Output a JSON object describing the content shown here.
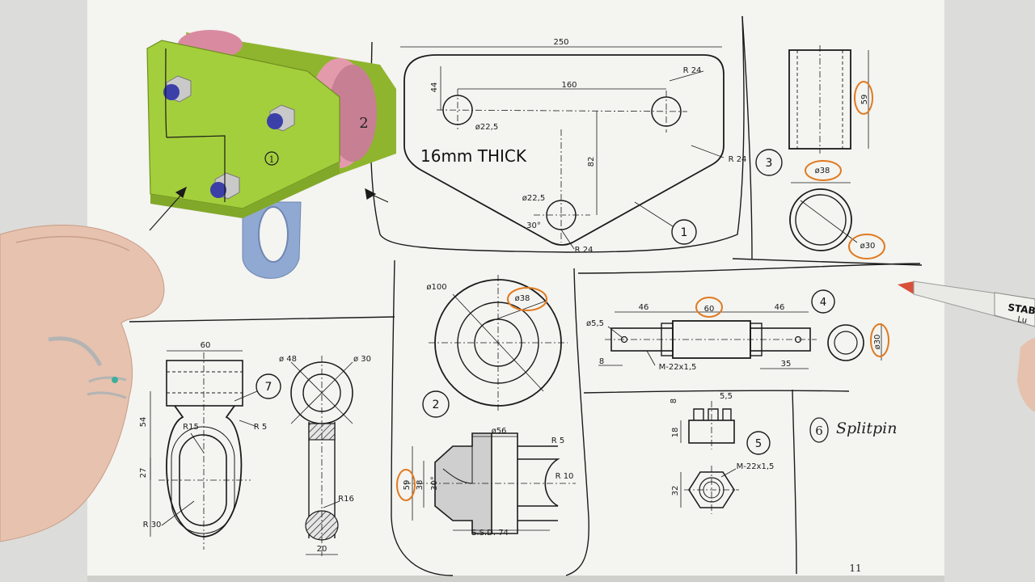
{
  "sheet": {
    "page_number": "11",
    "thickness_note": "16mm THICK",
    "handwritten_note_num": "6",
    "handwritten_note_text": "Splitpin"
  },
  "model_view": {
    "labels": [
      "1",
      "2"
    ]
  },
  "part1": {
    "callout": "1",
    "dims": {
      "width": "250",
      "hole_spacing": "160",
      "top_offset": "44",
      "vertical": "82",
      "r_top": "R 24",
      "r_right": "R 24",
      "r_bottom": "R 24",
      "hole_top": "ø22,5",
      "hole_bottom": "ø22,5",
      "angle": "30°"
    }
  },
  "part2": {
    "callout": "2",
    "dims": {
      "outer": "ø100",
      "bore": "ø38",
      "hub": "ø56",
      "r5": "R 5",
      "r10": "R 10",
      "width": "59",
      "h38": "38",
      "angle": "30°",
      "ssd": "S.S.D. 74"
    }
  },
  "part3": {
    "callout": "3",
    "dims": {
      "length": "59",
      "od": "ø38",
      "bore": "ø30"
    }
  },
  "part4": {
    "callout": "4",
    "dims": {
      "left": "46",
      "mid": "60",
      "right": "46",
      "hole": "ø5,5",
      "small": "8",
      "thread": "M-22x1,5",
      "end": "35",
      "dia": "ø30"
    }
  },
  "part5": {
    "callout": "5",
    "dims": {
      "top": "8",
      "slot": "5,5",
      "height": "18",
      "thread": "M-22x1,5",
      "across": "32"
    }
  },
  "part7": {
    "callout": "7",
    "dims": {
      "width": "60",
      "h54": "54",
      "h27": "27",
      "r15": "R15",
      "r5": "R 5",
      "r30": "R 30",
      "d48": "ø 48",
      "d30": "ø 30",
      "r16": "R16",
      "w20": "20"
    }
  },
  "colors": {
    "paper": "#f4f4f1",
    "ink": "#1b1b1b",
    "marker": "#e07a1f",
    "model_green": "#a4cf3c",
    "model_pink": "#e39aab",
    "bolt_blue": "#3b3fa8",
    "eye_blue": "#9eb6da"
  },
  "pen_brand": "STAB",
  "pen_brand_sub": "Lu"
}
